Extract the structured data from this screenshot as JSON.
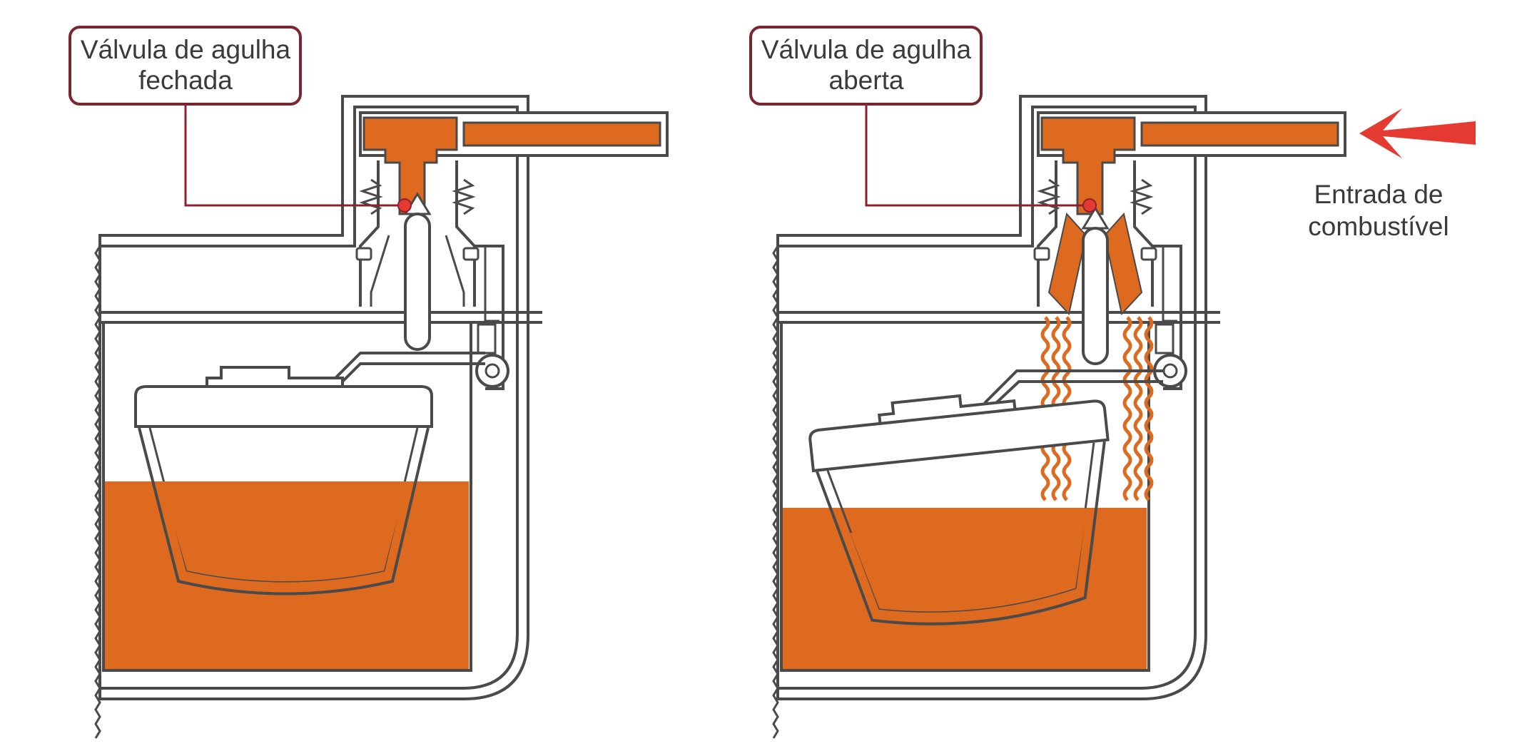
{
  "labels": {
    "closed_valve": {
      "line1": "Válvula de agulha",
      "line2": "fechada"
    },
    "open_valve": {
      "line1": "Válvula de agulha",
      "line2": "aberta"
    },
    "fuel_inlet": {
      "line1": "Entrada de",
      "line2": "combustível"
    }
  },
  "colors": {
    "fuel": "#dd6a1e",
    "fuel_light": "#f0b080",
    "outline": "#4a4a4a",
    "callout_border": "#7a2630",
    "pointer": "#8f2030",
    "arrow": "#e53a32",
    "background": "#ffffff"
  }
}
